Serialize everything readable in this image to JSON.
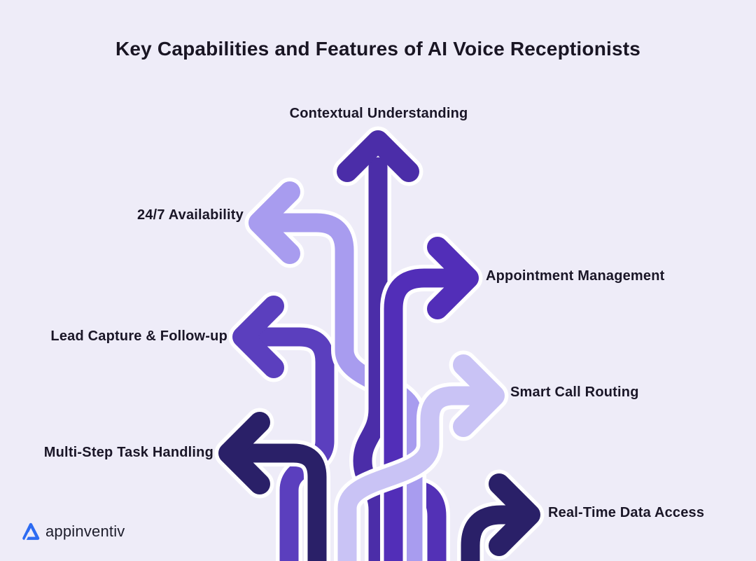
{
  "title": "Key Capabilities and Features of AI Voice Receptionists",
  "brand": {
    "name": "appinventiv",
    "logo_color": "#2D6BF2",
    "text_color": "#1D1D2B"
  },
  "diagram": {
    "description": "Tangled arrow paths rising from the bottom edge, each branching toward a labeled capability",
    "background_color": "#EEECF8",
    "label_color": "#1A1627",
    "casing_color": "#FFFFFF",
    "features": [
      {
        "label": "Contextual Understanding",
        "direction": "up",
        "color": "#4B2DA8"
      },
      {
        "label": "24/7 Availability",
        "direction": "left",
        "color": "#A89CEF"
      },
      {
        "label": "Appointment Management",
        "direction": "right",
        "color": "#522EB8"
      },
      {
        "label": "Lead Capture & Follow-up",
        "direction": "left",
        "color": "#5B3FBE"
      },
      {
        "label": "Smart Call Routing",
        "direction": "right",
        "color": "#C9C3F5"
      },
      {
        "label": "Multi-Step Task Handling",
        "direction": "left",
        "color": "#2A2068"
      },
      {
        "label": "Real-Time Data Access",
        "direction": "right",
        "color": "#2A2068"
      }
    ],
    "extra_stem_color": "#5331B6"
  }
}
